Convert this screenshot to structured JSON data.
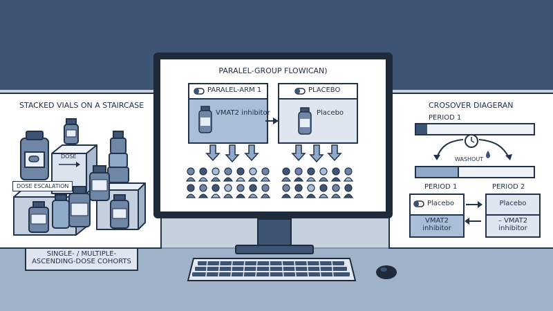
{
  "left_panel": {
    "title": "STACKED VIALS ON A STAIRCASE",
    "dose_label": "DOSE",
    "escalation_label": "DOSE ESCALATION",
    "cohorts_line1": "SINGLE- / MULTIPLE-",
    "cohorts_line2": "ASCENDING-DOSE COHORTS"
  },
  "monitor": {
    "title": "PARALEL-GROUP FLOWICAN)",
    "arm1": {
      "header": "PARALEL-ARM 1",
      "drug": "VMAT2 inhibitor"
    },
    "arm2": {
      "header": "PLACEBO",
      "drug": "Placebo"
    }
  },
  "right_panel": {
    "title": "CROSOVER DIAGERAN",
    "period1_top": "PERIOD 1",
    "washout": "WASHOUT",
    "period1": "PERIOD 1",
    "period2": "PERIOD 2",
    "left_top": "Placebo",
    "left_bottom_1": "VMAT2",
    "left_bottom_2": "inhibitor",
    "right_top": "Placebo",
    "right_bottom_1": "– VMAT2",
    "right_bottom_2": "inhibitor"
  },
  "colors": {
    "navy": "#3e5474",
    "steel_blue": "#8fa9c9",
    "light_blue": "#d3deea",
    "outline": "#22324a"
  },
  "icons": [
    "pill-icon",
    "vial-icon",
    "clock-icon",
    "droplet-icon",
    "arrow-icon",
    "person-icon",
    "keyboard-icon",
    "mouse-icon"
  ]
}
